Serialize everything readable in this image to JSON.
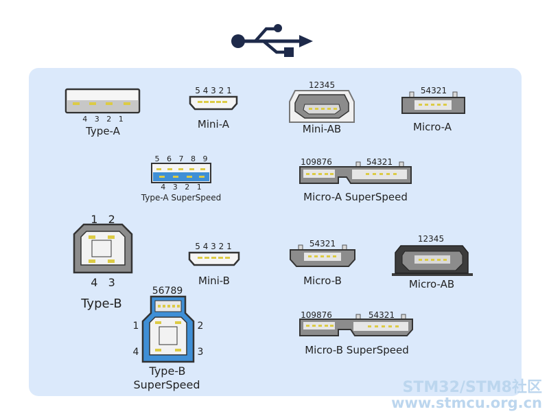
{
  "logo": {
    "icon": "usb-trident-icon"
  },
  "colors": {
    "panel": "#dbe9fb",
    "outline": "#333333",
    "pin": "#dccb45",
    "superspeed": "#3f8fd6",
    "gray": "#8c8c8c",
    "dark": "#3c3c3c"
  },
  "connectors": {
    "typeA": {
      "label": "Type-A",
      "pins": "4   3   2   1"
    },
    "miniA": {
      "label": "Mini-A",
      "pins": "5 4 3 2 1"
    },
    "miniAB": {
      "label": "Mini-AB",
      "pins": "12345"
    },
    "microA": {
      "label": "Micro-A",
      "pins": "54321"
    },
    "typeASS": {
      "label": "Type-A SuperSpeed",
      "pins_top": "5   6   7   8   9",
      "pins_bottom": "4   3   2   1"
    },
    "microASS": {
      "label": "Micro-A SuperSpeed",
      "pins_left": "109876",
      "pins_right": "54321"
    },
    "typeB": {
      "label": "Type-B",
      "pins_top": "1   2",
      "pins_bottom": "4   3"
    },
    "miniB": {
      "label": "Mini-B",
      "pins": "5 4 3 2 1"
    },
    "microB": {
      "label": "Micro-B",
      "pins": "54321"
    },
    "microAB": {
      "label": "Micro-AB",
      "pins": "12345"
    },
    "typeBSS": {
      "label_line1": "Type-B",
      "label_line2": "SuperSpeed",
      "pins_top": "56789",
      "pin1": "1",
      "pin2": "2",
      "pin3": "3",
      "pin4": "4"
    },
    "microBSS": {
      "label": "Micro-B SuperSpeed",
      "pins_left": "109876",
      "pins_right": "54321"
    }
  },
  "watermark": {
    "line1": "STM32/STM8社区",
    "line2": "www.stmcu.org.cn"
  }
}
